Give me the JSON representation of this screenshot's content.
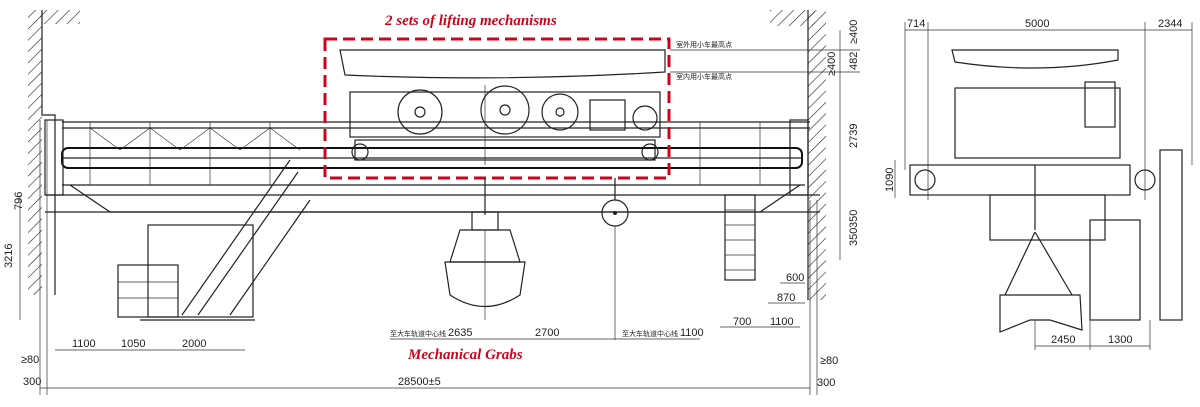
{
  "annotations": {
    "lifting": "2 sets of lifting mechanisms",
    "grabs": "Mechanical Grabs",
    "accent_color": "#d0021b"
  },
  "cn_labels": {
    "outdoor_top": "室外用小车最高点",
    "indoor_top": "室内用小车最高点",
    "rail_center_left": "至大车轨道中心线",
    "rail_center_right": "至大车轨道中心线"
  },
  "front_view_dims": {
    "bottom": [
      "1100",
      "1050",
      "2000"
    ],
    "hook_left": "2635",
    "hook_span": "2700",
    "hook_right": "1100",
    "span": "28500±5",
    "clear_left": "≥80",
    "clear_right": "≥80",
    "offset_left": "300",
    "offset_right": "300",
    "height_left_small": "796",
    "height_left": "3216",
    "top_clear": "≥400",
    "top_clear_small": "≥400",
    "h482": "482",
    "h2739": "2739",
    "h350a": "350",
    "h350b": "350",
    "r600": "600",
    "r870": "870",
    "r700": "700",
    "r1100": "1100"
  },
  "side_view_dims": {
    "left": "714",
    "gauge": "5000",
    "right": "2344",
    "height": "1090",
    "grab_off": "2450",
    "cab": "1300"
  }
}
